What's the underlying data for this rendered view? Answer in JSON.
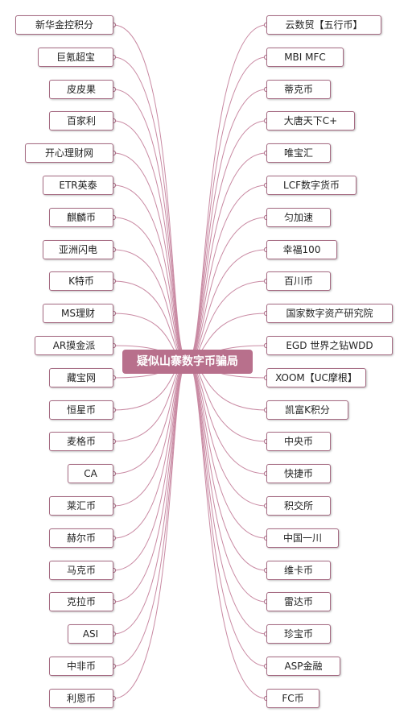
{
  "center": {
    "label": "疑似山寨数字币骗局"
  },
  "left_nodes": [
    {
      "label": "新华金控积分"
    },
    {
      "label": "巨氪超宝"
    },
    {
      "label": "皮皮果"
    },
    {
      "label": "百家利"
    },
    {
      "label": "开心理财网"
    },
    {
      "label": "ETR英泰"
    },
    {
      "label": "麒麟币"
    },
    {
      "label": "亚洲闪电"
    },
    {
      "label": "K特币"
    },
    {
      "label": "MS理财"
    },
    {
      "label": "AR摸金派"
    },
    {
      "label": "藏宝网"
    },
    {
      "label": "恒星币"
    },
    {
      "label": "麦格币"
    },
    {
      "label": "CA"
    },
    {
      "label": "莱汇币"
    },
    {
      "label": "赫尔币"
    },
    {
      "label": "马克币"
    },
    {
      "label": "克拉币"
    },
    {
      "label": "ASI"
    },
    {
      "label": "中非币"
    },
    {
      "label": "利恩币"
    }
  ],
  "right_nodes": [
    {
      "label": "云数贸【五行币】"
    },
    {
      "label": "MBI MFC"
    },
    {
      "label": "蒂克币"
    },
    {
      "label": "大唐天下C+"
    },
    {
      "label": "唯宝汇"
    },
    {
      "label": "LCF数字货币"
    },
    {
      "label": "匀加速"
    },
    {
      "label": "幸福100"
    },
    {
      "label": "百川币"
    },
    {
      "label": "国家数字资产研究院"
    },
    {
      "label": "EGD 世界之钻WDD"
    },
    {
      "label": "XOOM【UC摩根】"
    },
    {
      "label": "凯富K积分"
    },
    {
      "label": "中央币"
    },
    {
      "label": "快捷币"
    },
    {
      "label": "积交所"
    },
    {
      "label": "中国一川"
    },
    {
      "label": "维卡币"
    },
    {
      "label": "雷达币"
    },
    {
      "label": "珍宝币"
    },
    {
      "label": "ASP金融"
    },
    {
      "label": "FC币"
    }
  ]
}
